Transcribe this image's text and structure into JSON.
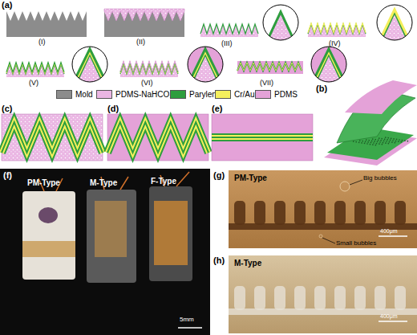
{
  "diagram": {
    "labels": [
      "(a)",
      "(I)",
      "(II)",
      "(III)",
      "(IV)",
      "(V)",
      "(VI)",
      "(VII)",
      "(b)",
      "(c)",
      "(d)",
      "(e)",
      "(f)",
      "PM-Type",
      "M-Type",
      "F-Type",
      "5mm",
      "(g)",
      "PM-Type",
      "Big bubbles",
      "Small bubbles",
      "400μm",
      "(h)",
      "M-Type",
      "400μm"
    ],
    "legend": [
      {
        "text": "Mold",
        "color": "#8c8c8c"
      },
      {
        "text": "PDMS-NaHCO₃",
        "color": "#eab6e3"
      },
      {
        "text": "Parylene",
        "color": "#2e9e3e"
      },
      {
        "text": "Cr/Au",
        "color": "#f4ef5c"
      },
      {
        "text": "PDMS",
        "color": "#e4a2d8"
      }
    ]
  }
}
